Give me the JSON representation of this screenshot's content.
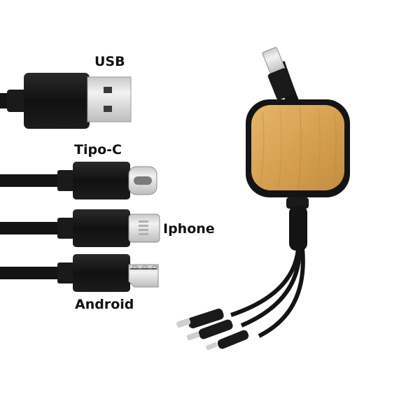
{
  "labels": {
    "usb": "USB",
    "tipo_c": "Tipo-C",
    "iphone": "Iphone",
    "android": "Android"
  },
  "colors": {
    "background": "#ffffff",
    "cable": "#141414",
    "metal": "#d9d9d9",
    "bamboo": "#d9a455"
  }
}
